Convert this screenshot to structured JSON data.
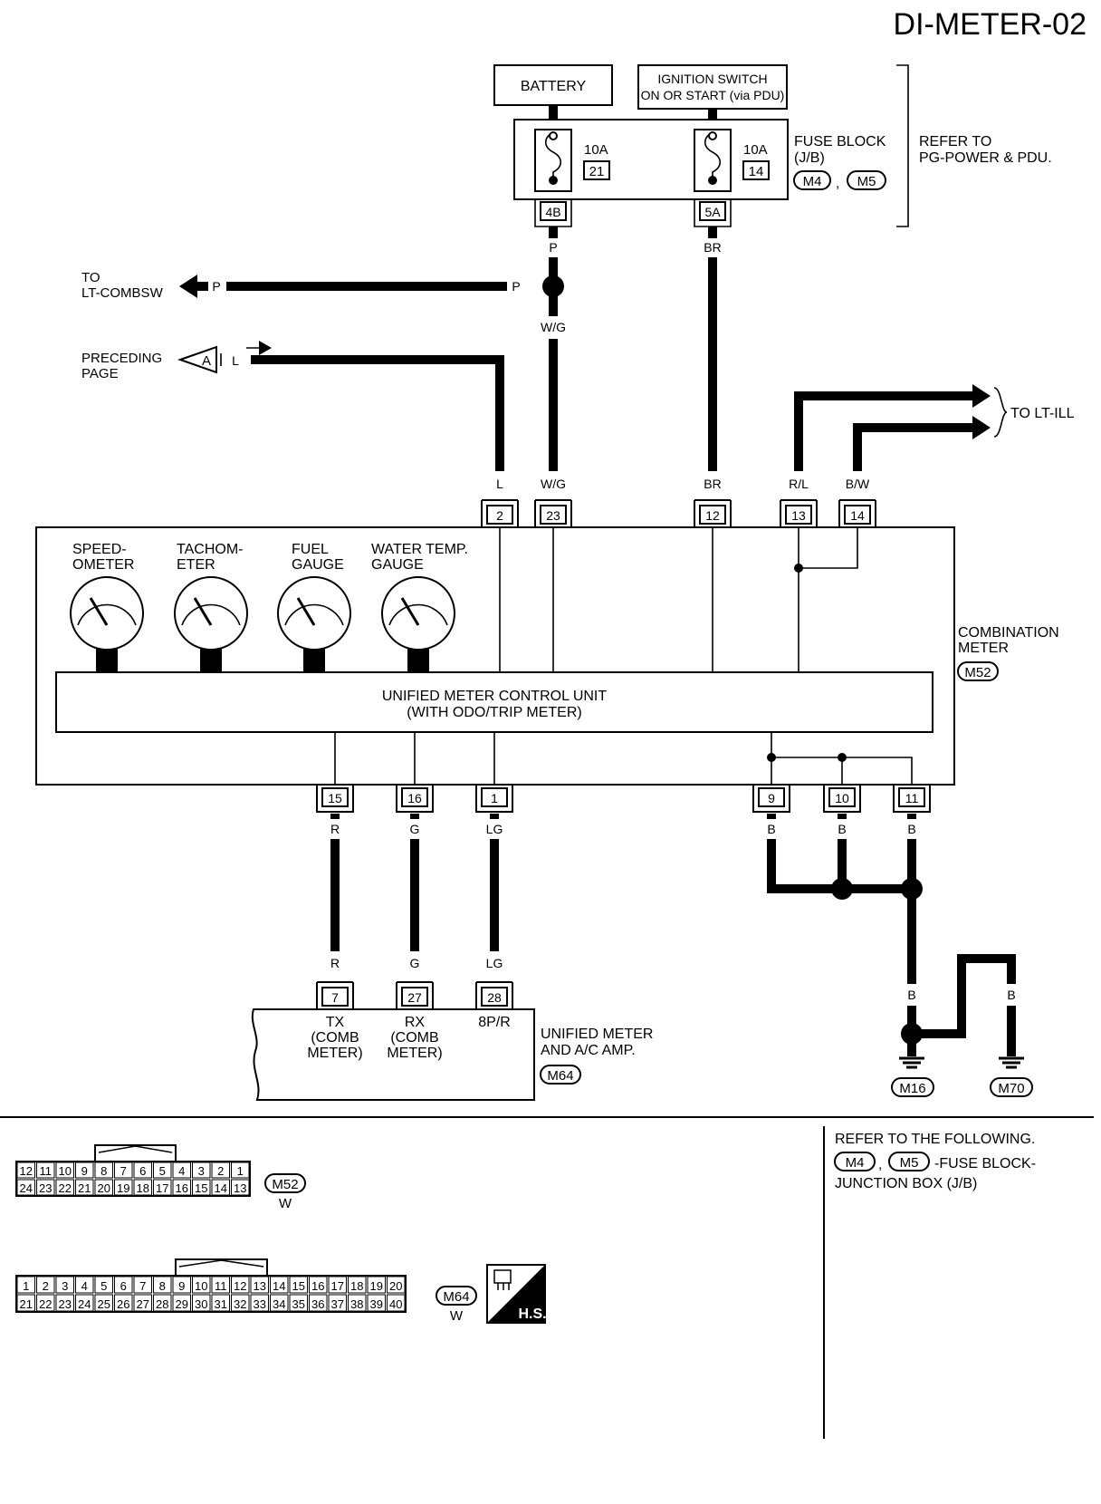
{
  "page_code": "DI-METER-02",
  "power": {
    "battery": "BATTERY",
    "ignition_line1": "IGNITION SWITCH",
    "ignition_line2": "ON OR START (via PDU)"
  },
  "fuse_block": {
    "fuse1_rating": "10A",
    "fuse1_no": "21",
    "fuse1_conn": "4B",
    "fuse2_rating": "10A",
    "fuse2_no": "14",
    "fuse2_conn": "5A",
    "label_line1": "FUSE BLOCK",
    "label_line2": "(J/B)",
    "conn_a": "M4",
    "conn_b": "M5",
    "refer_line1": "REFER TO",
    "refer_line2": "PG-POWER & PDU."
  },
  "wire_colors": {
    "p": "P",
    "wg": "W/G",
    "br": "BR",
    "l": "L",
    "rl": "R/L",
    "bw": "B/W",
    "r": "R",
    "g": "G",
    "lg": "LG",
    "b": "B"
  },
  "links": {
    "lt_combsw_line1": "TO",
    "lt_combsw_line2": "LT-COMBSW",
    "preceding_line1": "PRECEDING",
    "preceding_line2": "PAGE",
    "preceding_marker": "A",
    "lt_ill": "TO LT-ILL"
  },
  "meter_terminals_top": [
    "2",
    "23",
    "12",
    "13",
    "14"
  ],
  "meter_terminals_bottom": [
    "15",
    "16",
    "1",
    "9",
    "10",
    "11"
  ],
  "gauges": [
    {
      "line1": "SPEED-",
      "line2": "OMETER"
    },
    {
      "line1": "TACHOM-",
      "line2": "ETER"
    },
    {
      "line1": "FUEL",
      "line2": "GAUGE"
    },
    {
      "line1": "WATER TEMP.",
      "line2": "GAUGE"
    }
  ],
  "control_unit": {
    "line1": "UNIFIED METER CONTROL UNIT",
    "line2": "(WITH ODO/TRIP METER)"
  },
  "combination_meter": {
    "line1": "COMBINATION",
    "line2": "METER",
    "conn": "M52"
  },
  "amp": {
    "terminals": [
      "7",
      "27",
      "28"
    ],
    "tx": [
      "TX",
      "(COMB",
      "METER)"
    ],
    "rx": [
      "RX",
      "(COMB",
      "METER)"
    ],
    "p8r": "8P/R",
    "line1": "UNIFIED METER",
    "line2": "AND A/C AMP.",
    "conn": "M64"
  },
  "grounds": [
    "M16",
    "M70"
  ],
  "connector_m52": {
    "row1": [
      "12",
      "11",
      "10",
      "9",
      "8",
      "7",
      "6",
      "5",
      "4",
      "3",
      "2",
      "1"
    ],
    "row2": [
      "24",
      "23",
      "22",
      "21",
      "20",
      "19",
      "18",
      "17",
      "16",
      "15",
      "14",
      "13"
    ],
    "label": "M52",
    "color": "W"
  },
  "connector_m64": {
    "row1": [
      "1",
      "2",
      "3",
      "4",
      "5",
      "6",
      "7",
      "8",
      "9",
      "10",
      "11",
      "12",
      "13",
      "14",
      "15",
      "16",
      "17",
      "18",
      "19",
      "20"
    ],
    "row2": [
      "21",
      "22",
      "23",
      "24",
      "25",
      "26",
      "27",
      "28",
      "29",
      "30",
      "31",
      "32",
      "33",
      "34",
      "35",
      "36",
      "37",
      "38",
      "39",
      "40"
    ],
    "label": "M64",
    "color": "W"
  },
  "hs_badge": "H.S.",
  "refer_box": {
    "line1": "REFER TO THE FOLLOWING.",
    "conn_a": "M4",
    "conn_b": "M5",
    "suffix": "-FUSE BLOCK-",
    "line3": "JUNCTION BOX (J/B)"
  }
}
